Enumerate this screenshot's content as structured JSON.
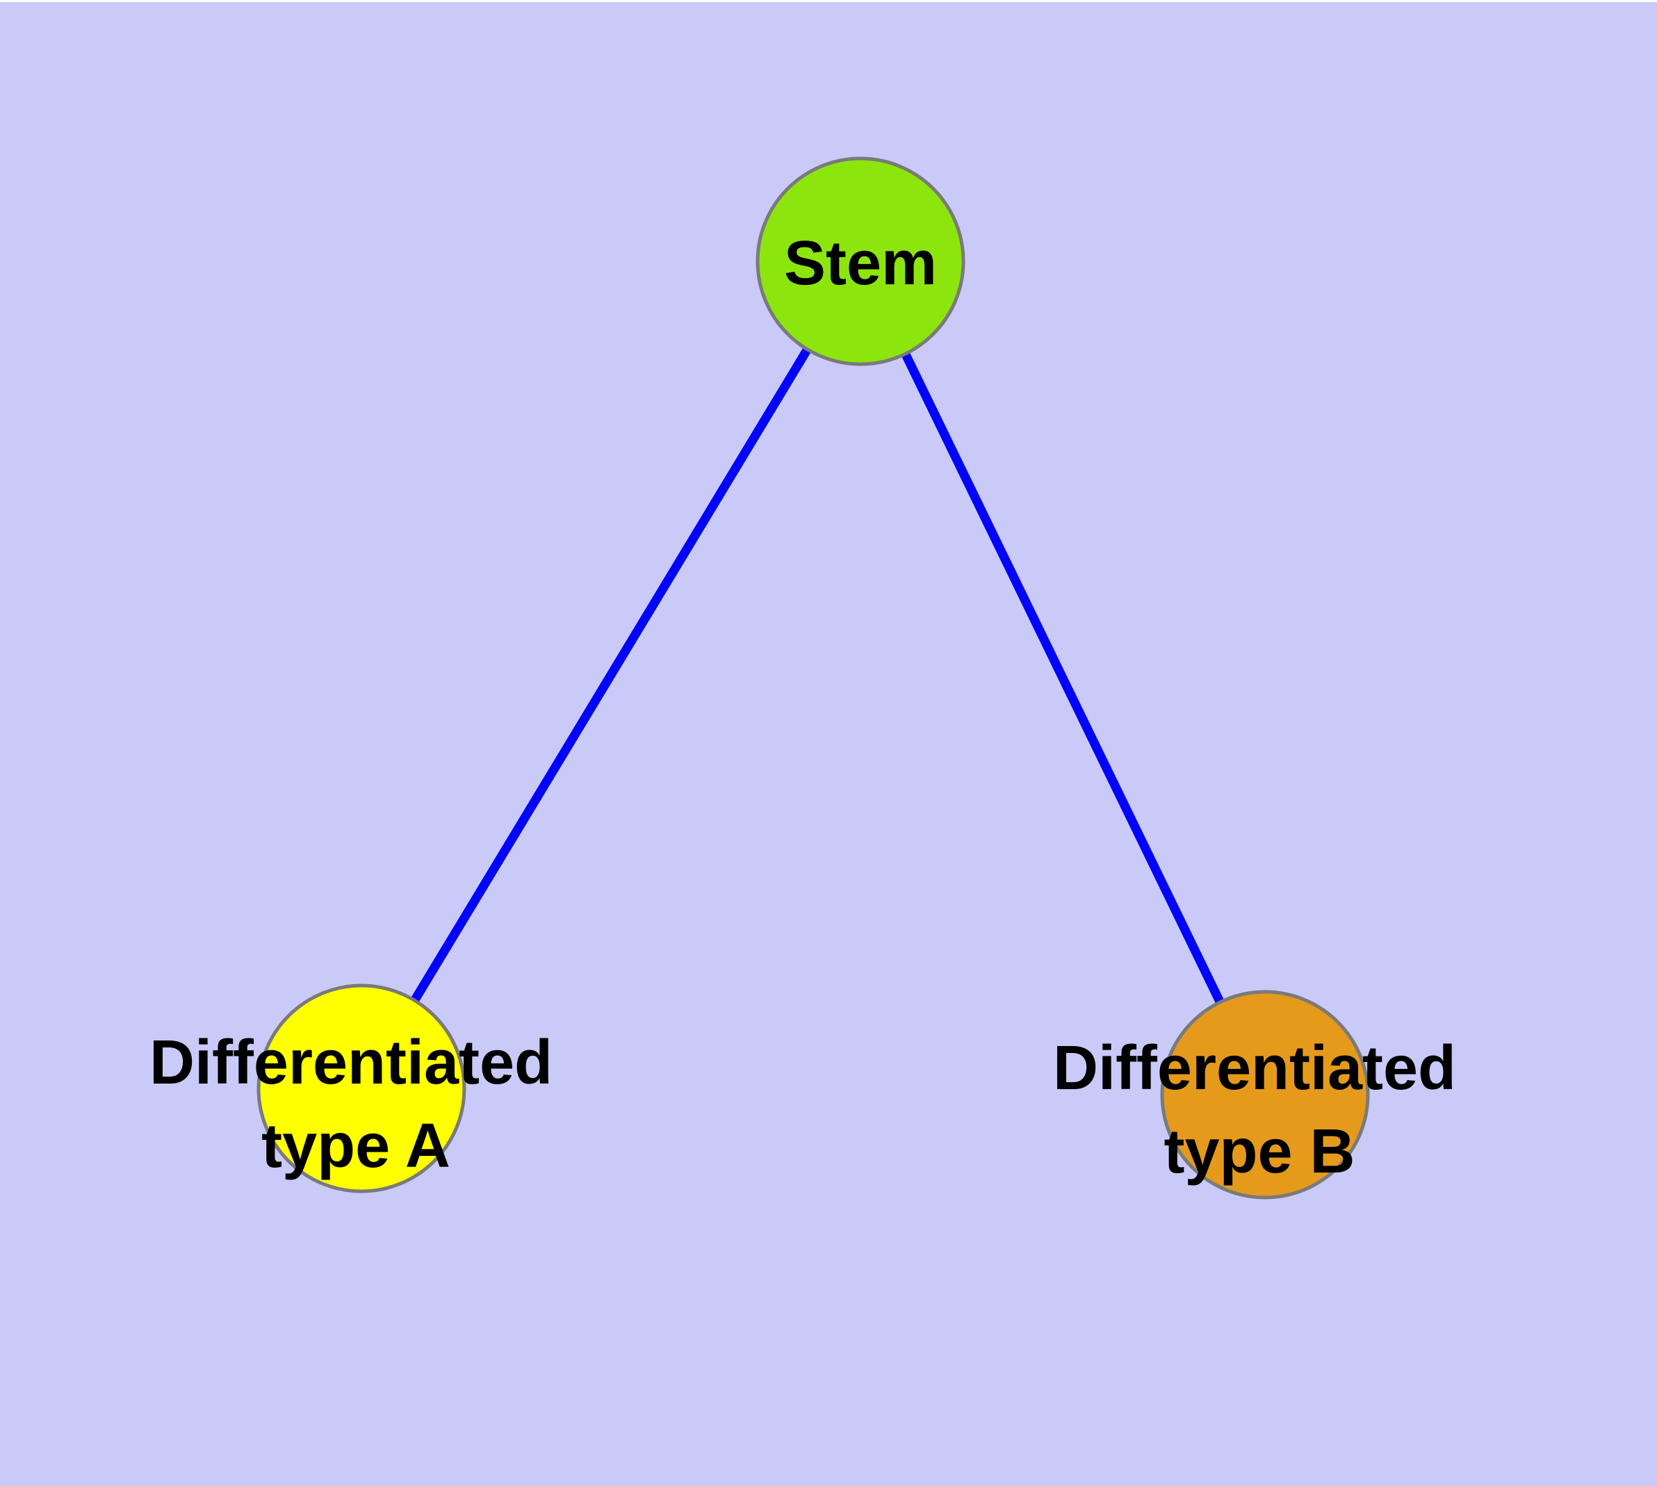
{
  "figure": {
    "kind": "cell-differentiation-graph",
    "background_color": "#CACAF8",
    "node_border_color": "#7A7A7A",
    "edge_color": "#0004FB",
    "label_color": "#000000",
    "nodes": [
      {
        "id": "stem",
        "label": "Stem",
        "line1": "Stem",
        "line2": "",
        "fill": "#8CE60E"
      },
      {
        "id": "differentiated-type-a",
        "label": "Differentiated type A",
        "line1": "Differentiated",
        "line2": "type A",
        "fill": "#FFFF00"
      },
      {
        "id": "differentiated-type-b",
        "label": "Differentiated type B",
        "line1": "Differentiated",
        "line2": "type B",
        "fill": "#E59A1C"
      }
    ],
    "edges": [
      {
        "from": "stem",
        "to": "differentiated-type-a"
      },
      {
        "from": "stem",
        "to": "differentiated-type-b"
      }
    ]
  }
}
